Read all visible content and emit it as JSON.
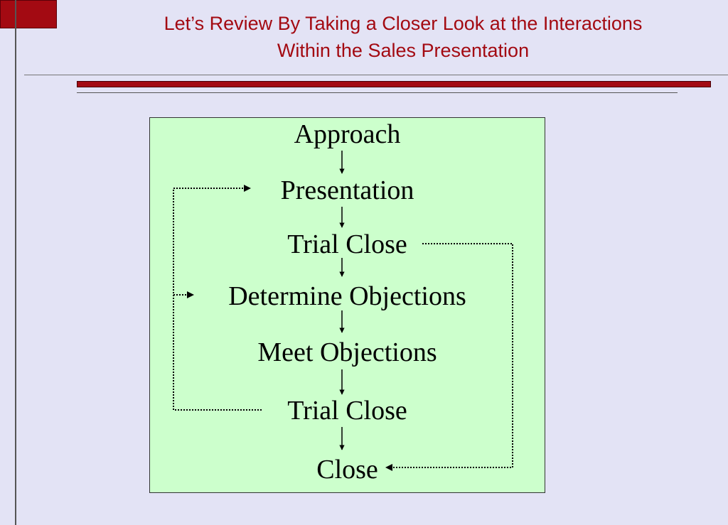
{
  "slide": {
    "title_line1": "Let’s Review By Taking a Closer Look at the Interactions",
    "title_line2": "Within the Sales Presentation",
    "accent_color": "#a30a12",
    "background_color": "#e3e3f5",
    "diagram_fill_color": "#ccffcc"
  },
  "diagram": {
    "steps": [
      "Approach",
      "Presentation",
      "Trial Close",
      "Determine Objections",
      "Meet Objections",
      "Trial Close",
      "Close"
    ],
    "feedback_loops": [
      {
        "from": "Trial Close (second)",
        "to": "Presentation",
        "style": "dotted"
      },
      {
        "from": "Trial Close (second)",
        "to": "Determine Objections",
        "style": "dotted"
      },
      {
        "from": "Trial Close (first)",
        "to": "Close",
        "style": "dotted"
      }
    ]
  }
}
